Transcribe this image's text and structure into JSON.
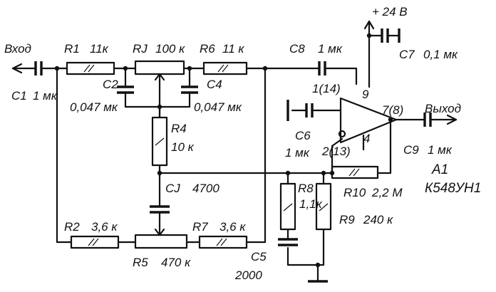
{
  "labels": {
    "input": "Вход",
    "output": "Выход",
    "supply": "+ 24 В",
    "r1": "R1",
    "r1_val": "11к",
    "rj": "RJ",
    "rj_val": "100 к",
    "r6": "R6",
    "r6_val": "11 к",
    "c8": "C8",
    "c8_val": "1 мк",
    "c7": "C7",
    "c7_val": "0,1 мк",
    "c1": "C1",
    "c1_val": "1 мк",
    "c2": "C2",
    "c2_val": "0,047 мк",
    "c4": "C4",
    "c4_val": "0,047 мк",
    "r4": "R4",
    "r4_val": "10 к",
    "cj": "CJ",
    "cj_val": "4700",
    "r2": "R2",
    "r2_val": "3,6 к",
    "r5": "R5",
    "r5_val": "470 к",
    "r7": "R7",
    "r7_val": "3,6 к",
    "c5": "C5",
    "c5_val": "2000",
    "r8": "R8",
    "r8_val": "1,1к",
    "r9": "R9",
    "r9_val": "240 к",
    "r10": "R10",
    "r10_val": "2,2 М",
    "c6": "C6",
    "c6_val": "1 мк",
    "c9": "C9",
    "c9_val": "1 мк",
    "pin9": "9",
    "pin78": "7(8)",
    "pin114": "1(14)",
    "pin4": "4",
    "pin213": "2(13)",
    "a1": "A1",
    "a1_part": "К548УН1"
  }
}
